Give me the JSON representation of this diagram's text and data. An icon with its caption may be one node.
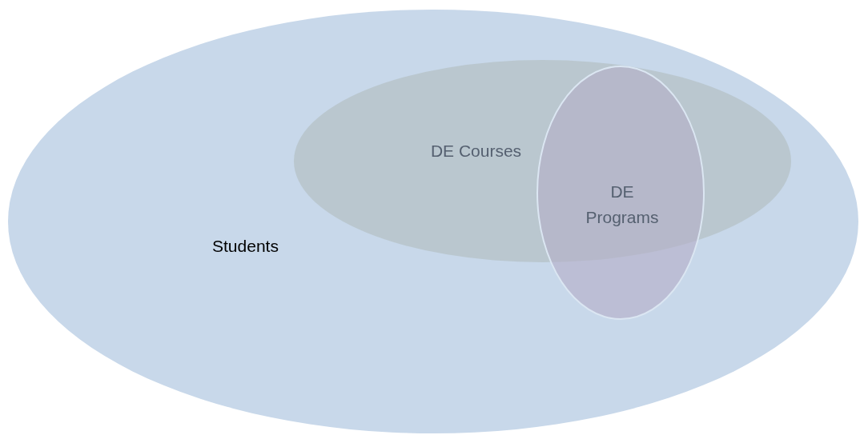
{
  "diagram": {
    "nodes": [
      {
        "text": [
          "Students"
        ]
      },
      {
        "text": [
          "DE Courses"
        ],
        "in": 0
      },
      {
        "text": [
          "DE Programs"
        ],
        "in": 0
      }
    ]
  }
}
